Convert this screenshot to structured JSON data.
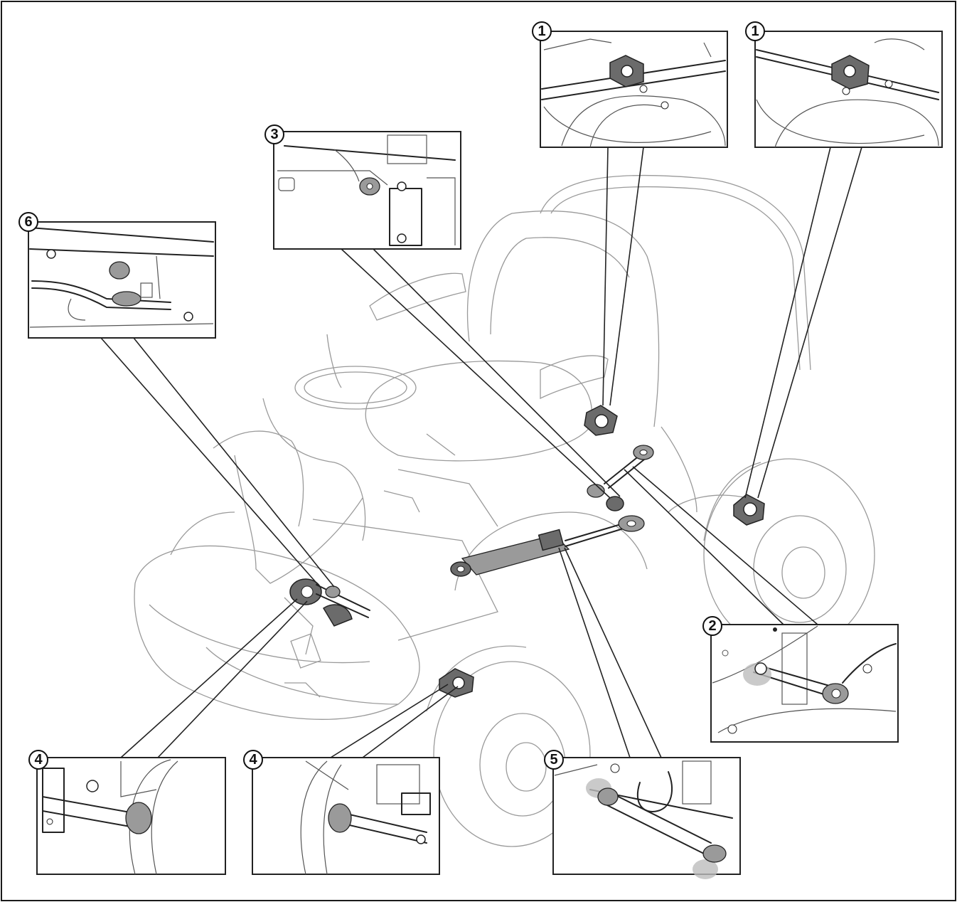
{
  "callouts": [
    {
      "id": "detail-1a",
      "number": "1"
    },
    {
      "id": "detail-1b",
      "number": "1"
    },
    {
      "id": "detail-3",
      "number": "3"
    },
    {
      "id": "detail-6",
      "number": "6"
    },
    {
      "id": "detail-2",
      "number": "2"
    },
    {
      "id": "detail-4a",
      "number": "4"
    },
    {
      "id": "detail-4b",
      "number": "4"
    },
    {
      "id": "detail-5",
      "number": "5"
    }
  ],
  "colors": {
    "line": "#222222",
    "faint_line": "#9a9a9a",
    "highlight_part": "#6b6b6b",
    "background": "#ffffff"
  }
}
